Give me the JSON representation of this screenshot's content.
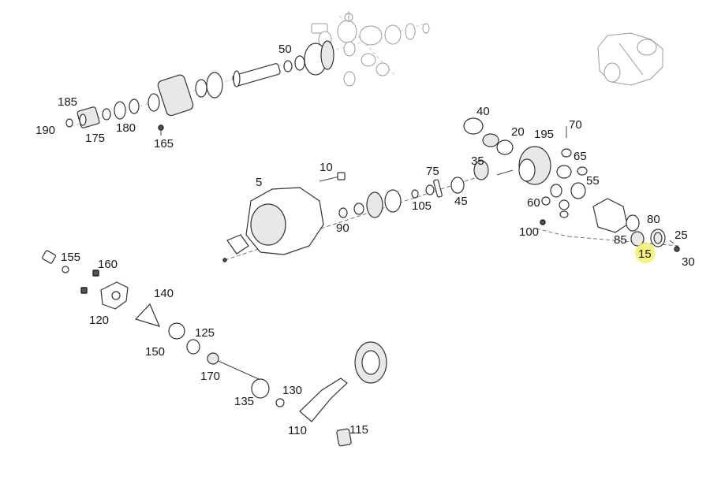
{
  "diagram": {
    "highlight_color": "#f3f06a",
    "highlighted_part": "15",
    "labels": {
      "p5": "5",
      "p10": "10",
      "p15": "15",
      "p20": "20",
      "p25": "25",
      "p30": "30",
      "p35": "35",
      "p40": "40",
      "p45": "45",
      "p50": "50",
      "p55": "55",
      "p60": "60",
      "p65": "65",
      "p70": "70",
      "p75": "75",
      "p80": "80",
      "p85": "85",
      "p90": "90",
      "p100": "100",
      "p105": "105",
      "p110": "110",
      "p115": "115",
      "p120": "120",
      "p125": "125",
      "p130": "130",
      "p135": "135",
      "p140": "140",
      "p150": "150",
      "p155": "155",
      "p160": "160",
      "p165": "165",
      "p170": "170",
      "p175": "175",
      "p180": "180",
      "p185": "185",
      "p190": "190",
      "p195": "195"
    }
  }
}
